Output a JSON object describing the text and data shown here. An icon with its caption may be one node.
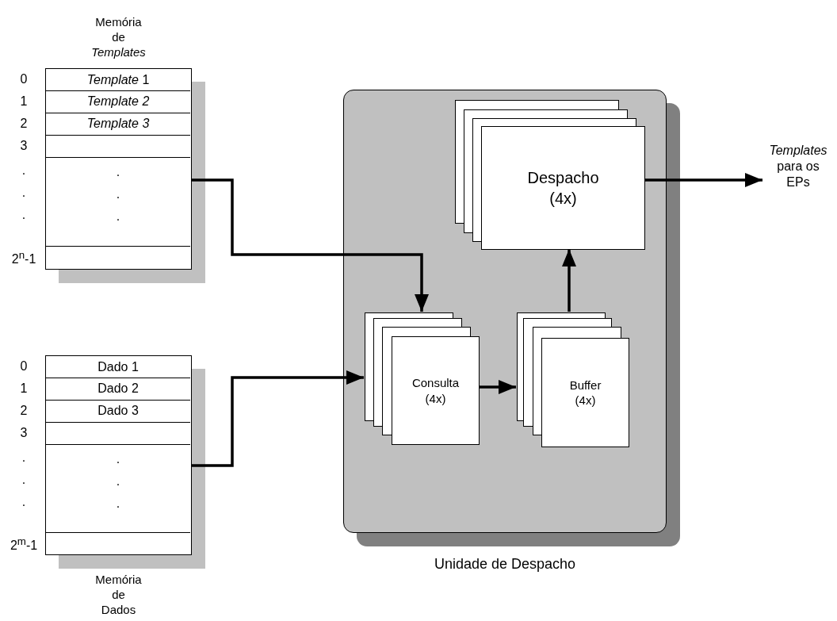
{
  "diagram": {
    "nodes": [
      {
        "text": [
          "Memória de *Templates*"
        ]
      },
      {
        "text": [
          "*Template* 1"
        ],
        "in": 0
      },
      {
        "text": [
          "*Template 2*"
        ],
        "in": 0
      },
      {
        "text": [
          "*Template 3*"
        ],
        "in": 0
      },
      {
        "text": [],
        "shape": "box",
        "in": 0
      },
      {
        "text": [
          ".",
          ".",
          "."
        ],
        "in": 0
      },
      {
        "text": [],
        "shape": "box",
        "in": 0
      },
      {
        "text": [
          "Memória de Dados"
        ]
      },
      {
        "text": [
          "Dado 1"
        ],
        "in": 7
      },
      {
        "text": [
          "Dado 2"
        ],
        "in": 7
      },
      {
        "text": [
          "Dado 3"
        ],
        "in": 7
      },
      {
        "text": [],
        "shape": "box",
        "in": 7
      },
      {
        "text": [
          ".",
          ".",
          "."
        ],
        "in": 7
      },
      {
        "text": [],
        "shape": "box",
        "in": 7
      },
      {
        "text": [
          "Unidade de Despacho"
        ]
      },
      {
        "text": [
          "Despacho (4x)"
        ],
        "in": 14
      },
      {
        "text": [
          "Consulta (4x)"
        ],
        "in": 14
      },
      {
        "text": [
          "Buffer (4x)"
        ],
        "in": 14
      },
      {
        "text": [
          "*Templates* para os EPs"
        ]
      }
    ],
    "edges": [
      {
        "from": 0,
        "to": 16,
        "arrow": "to"
      },
      {
        "from": 7,
        "to": 16,
        "arrow": "to"
      },
      {
        "from": 16,
        "to": 17,
        "arrow": "to"
      },
      {
        "from": 17,
        "to": 15,
        "arrow": "to"
      },
      {
        "from": 15,
        "to": 18,
        "arrow": "to"
      }
    ],
    "labels": [
      "0",
      "1",
      "2",
      "3",
      ".",
      ".",
      ".",
      "2$^{n}$-1",
      "0",
      "1",
      "2",
      "3",
      ".",
      ".",
      ".",
      "2$^{m}$-1"
    ]
  }
}
